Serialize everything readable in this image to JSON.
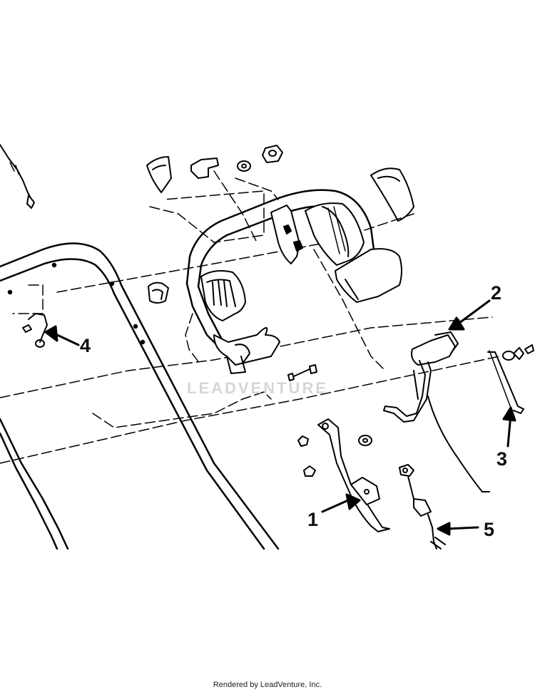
{
  "callouts": {
    "one": "1",
    "two": "2",
    "three": "3",
    "four": "4",
    "five": "5"
  },
  "watermark": "LEADVENTURE",
  "footer": "Rendered by LeadVenture, Inc."
}
